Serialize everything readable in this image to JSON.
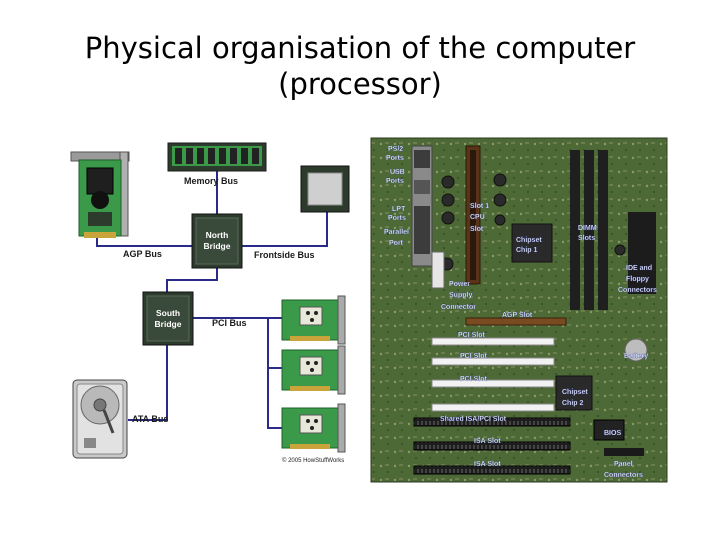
{
  "title": {
    "line1": "Physical organisation of the computer",
    "line2": "(processor)"
  },
  "diagram": {
    "labels": {
      "memory_bus": "Memory Bus",
      "agp_bus": "AGP Bus",
      "frontside_bus": "Frontside Bus",
      "pci_bus": "PCI Bus",
      "ata_bus": "ATA Bus",
      "copyright": "© 2005 HowStuffWorks"
    },
    "north_bridge": {
      "line1": "North",
      "line2": "Bridge"
    },
    "south_bridge": {
      "line1": "South",
      "line2": "Bridge"
    },
    "colors": {
      "bus_line": "#2a2a8a",
      "board_green": "#3a9a4a",
      "chip_dark": "#2d3b2d"
    }
  },
  "motherboard": {
    "labels": {
      "ps2_1": "PS/2",
      "ps2_2": "Ports",
      "usb_1": "USB",
      "usb_2": "Ports",
      "lpt_1": "LPT",
      "lpt_2": "Ports",
      "parallel_1": "Parallel",
      "parallel_2": "Port",
      "slot1_1": "Slot 1",
      "slot1_2": "CPU",
      "slot1_3": "Slot",
      "chipset1_1": "Chipset",
      "chipset1_2": "Chip 1",
      "dimm_1": "DIMM",
      "dimm_2": "Slots",
      "power_1": "Power",
      "power_2": "Supply",
      "power_3": "Connector",
      "ide_1": "IDE and",
      "ide_2": "Floppy",
      "ide_3": "Connectors",
      "agp_slot": "AGP Slot",
      "pci_slot_1": "PCI Slot",
      "pci_slot_2": "PCI Slot",
      "pci_slot_3": "PCI Slot",
      "battery": "Battery",
      "chipset2_1": "Chipset",
      "chipset2_2": "Chip 2",
      "shared_slot": "Shared ISA/PCI Slot",
      "isa_slot_1": "ISA Slot",
      "isa_slot_2": "ISA Slot",
      "bios": "BIOS",
      "panel_1": "Panel",
      "panel_2": "Connectors"
    },
    "colors": {
      "pcb": "#4f6b38",
      "label": "#ffffff"
    }
  }
}
